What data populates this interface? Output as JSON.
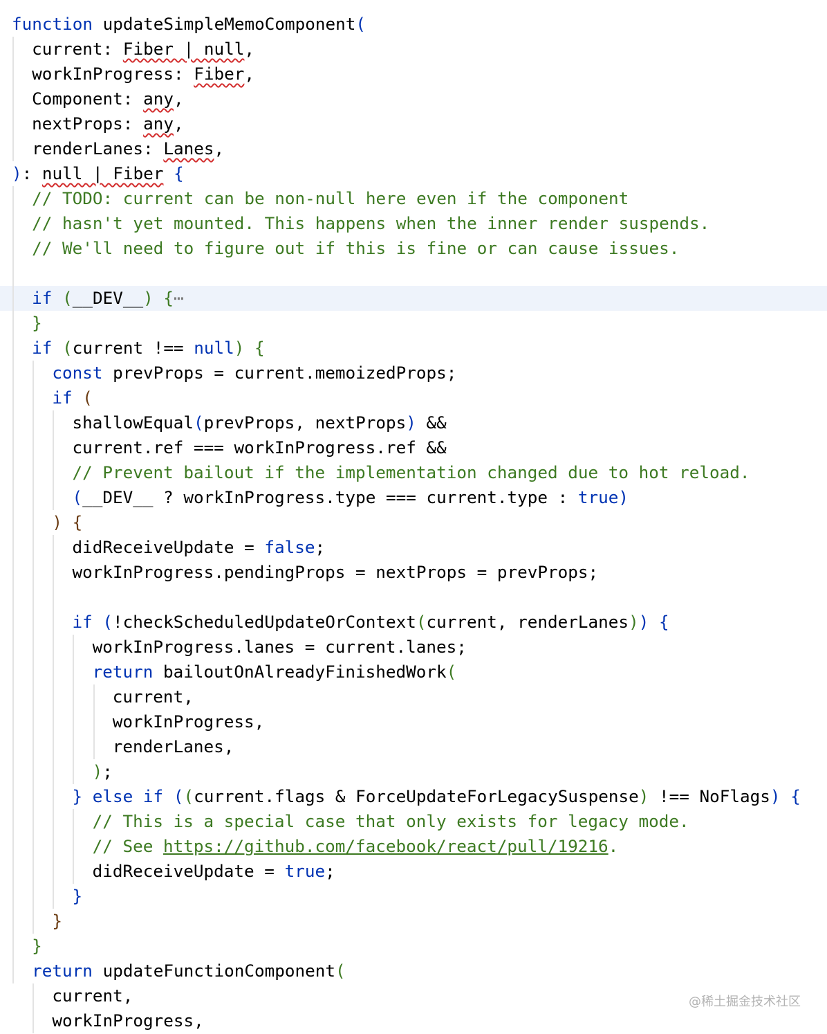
{
  "code": {
    "lines": [
      [
        [
          "kw",
          "function"
        ],
        [
          "t",
          " updateSimpleMemoComponent"
        ],
        [
          "p0",
          "("
        ]
      ],
      [
        [
          "t",
          "current: "
        ],
        [
          "sq",
          "Fiber | null"
        ],
        [
          "t",
          ","
        ]
      ],
      [
        [
          "t",
          "workInProgress: "
        ],
        [
          "sq",
          "Fiber"
        ],
        [
          "t",
          ","
        ]
      ],
      [
        [
          "t",
          "Component: "
        ],
        [
          "sq",
          "any"
        ],
        [
          "t",
          ","
        ]
      ],
      [
        [
          "t",
          "nextProps: "
        ],
        [
          "sq",
          "any"
        ],
        [
          "t",
          ","
        ]
      ],
      [
        [
          "t",
          "renderLanes: "
        ],
        [
          "sq",
          "Lanes"
        ],
        [
          "t",
          ","
        ]
      ],
      [
        [
          "p0",
          ")"
        ],
        [
          "t",
          ": "
        ],
        [
          "sq",
          "null | Fiber"
        ],
        [
          "t",
          " "
        ],
        [
          "p0",
          "{"
        ]
      ],
      [
        [
          "cm",
          "// TODO: current can be non-null here even if the component"
        ]
      ],
      [
        [
          "cm",
          "// hasn't yet mounted. This happens when the inner render suspends."
        ]
      ],
      [
        [
          "cm",
          "// We'll need to figure out if this is fine or can cause issues."
        ]
      ],
      [],
      [
        [
          "kw",
          "if"
        ],
        [
          "t",
          " "
        ],
        [
          "p1",
          "("
        ],
        [
          "t",
          "__DEV__"
        ],
        [
          "p1",
          ")"
        ],
        [
          "t",
          " "
        ],
        [
          "p1",
          "{"
        ],
        [
          "fold",
          "⋯"
        ]
      ],
      [
        [
          "p1",
          "}"
        ]
      ],
      [
        [
          "kw",
          "if"
        ],
        [
          "t",
          " "
        ],
        [
          "p1",
          "("
        ],
        [
          "t",
          "current !== "
        ],
        [
          "kw",
          "null"
        ],
        [
          "p1",
          ")"
        ],
        [
          "t",
          " "
        ],
        [
          "p1",
          "{"
        ]
      ],
      [
        [
          "kw",
          "const"
        ],
        [
          "t",
          " prevProps = current.memoizedProps;"
        ]
      ],
      [
        [
          "kw",
          "if"
        ],
        [
          "t",
          " "
        ],
        [
          "p2",
          "("
        ]
      ],
      [
        [
          "t",
          "shallowEqual"
        ],
        [
          "p0",
          "("
        ],
        [
          "t",
          "prevProps, nextProps"
        ],
        [
          "p0",
          ")"
        ],
        [
          "t",
          " &&"
        ]
      ],
      [
        [
          "t",
          "current.ref === workInProgress.ref &&"
        ]
      ],
      [
        [
          "cm",
          "// Prevent bailout if the implementation changed due to hot reload."
        ]
      ],
      [
        [
          "p0",
          "("
        ],
        [
          "t",
          "__DEV__ ? workInProgress.type === current.type : "
        ],
        [
          "kw",
          "true"
        ],
        [
          "p0",
          ")"
        ]
      ],
      [
        [
          "p2",
          ")"
        ],
        [
          "t",
          " "
        ],
        [
          "p2",
          "{"
        ]
      ],
      [
        [
          "t",
          "didReceiveUpdate = "
        ],
        [
          "kw",
          "false"
        ],
        [
          "t",
          ";"
        ]
      ],
      [
        [
          "t",
          "workInProgress.pendingProps = nextProps = prevProps;"
        ]
      ],
      [],
      [
        [
          "kw",
          "if"
        ],
        [
          "t",
          " "
        ],
        [
          "p0",
          "("
        ],
        [
          "t",
          "!checkScheduledUpdateOrContext"
        ],
        [
          "p1",
          "("
        ],
        [
          "t",
          "current, renderLanes"
        ],
        [
          "p1",
          ")"
        ],
        [
          "p0",
          ")"
        ],
        [
          "t",
          " "
        ],
        [
          "p0",
          "{"
        ]
      ],
      [
        [
          "t",
          "workInProgress.lanes = current.lanes;"
        ]
      ],
      [
        [
          "kw",
          "return"
        ],
        [
          "t",
          " bailoutOnAlreadyFinishedWork"
        ],
        [
          "p1",
          "("
        ]
      ],
      [
        [
          "t",
          "current,"
        ]
      ],
      [
        [
          "t",
          "workInProgress,"
        ]
      ],
      [
        [
          "t",
          "renderLanes,"
        ]
      ],
      [
        [
          "p1",
          ")"
        ],
        [
          "t",
          ";"
        ]
      ],
      [
        [
          "p0",
          "}"
        ],
        [
          "t",
          " "
        ],
        [
          "kw",
          "else"
        ],
        [
          "t",
          " "
        ],
        [
          "kw",
          "if"
        ],
        [
          "t",
          " "
        ],
        [
          "p0",
          "("
        ],
        [
          "p1",
          "("
        ],
        [
          "t",
          "current.flags & ForceUpdateForLegacySuspense"
        ],
        [
          "p1",
          ")"
        ],
        [
          "t",
          " !== NoFlags"
        ],
        [
          "p0",
          ")"
        ],
        [
          "t",
          " "
        ],
        [
          "p0",
          "{"
        ]
      ],
      [
        [
          "cm",
          "// This is a special case that only exists for legacy mode."
        ]
      ],
      [
        [
          "cm",
          "// See "
        ],
        [
          "lnk",
          "https://github.com/facebook/react/pull/19216"
        ],
        [
          "cm",
          "."
        ]
      ],
      [
        [
          "t",
          "didReceiveUpdate = "
        ],
        [
          "kw",
          "true"
        ],
        [
          "t",
          ";"
        ]
      ],
      [
        [
          "p0",
          "}"
        ]
      ],
      [
        [
          "p2",
          "}"
        ]
      ],
      [
        [
          "p1",
          "}"
        ]
      ],
      [
        [
          "kw",
          "return"
        ],
        [
          "t",
          " updateFunctionComponent"
        ],
        [
          "p1",
          "("
        ]
      ],
      [
        [
          "t",
          "current,"
        ]
      ],
      [
        [
          "t",
          "workInProgress,"
        ]
      ]
    ],
    "folded_placeholder": "⋯"
  },
  "watermark": "@稀土掘金技术社区",
  "colors": {
    "keyword": "#0033b3",
    "comment": "#3d7a22",
    "error_squiggle": "#d32f2f",
    "current_line": "#eef3fb",
    "indent_guide": "#e3e3e3"
  }
}
